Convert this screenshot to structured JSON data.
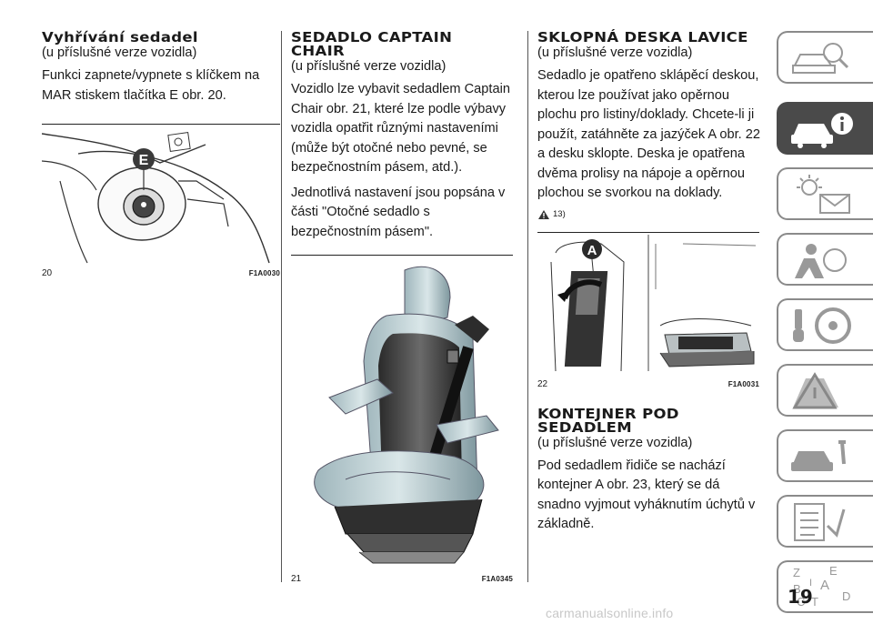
{
  "col1": {
    "heading": "Vyhřívání sedadel",
    "subtitle": "(u příslušné verze vozidla)",
    "body": "Funkci zapnete/vypnete s klíčkem na MAR stiskem tlačítka E obr. 20.",
    "figure": {
      "number": "20",
      "code": "F1A0030",
      "callout": "E"
    }
  },
  "col2": {
    "heading_line1": "SEDADLO CAPTAIN",
    "heading_line2": "CHAIR",
    "subtitle": "(u příslušné verze vozidla)",
    "body1": "Vozidlo lze vybavit sedadlem Captain Chair obr. 21, které lze podle výbavy vozidla opatřit různými nastaveními (může být otočné nebo pevné, se bezpečnostním pásem, atd.).",
    "body2": "Jednotlivá nastavení jsou popsána v části \"Otočné sedadlo s bezpečnostním pásem\".",
    "figure": {
      "number": "21",
      "code": "F1A0345"
    }
  },
  "col3": {
    "heading": "SKLOPNÁ DESKA LAVICE",
    "subtitle": "(u příslušné verze vozidla)",
    "body": "Sedadlo je opatřeno sklápěcí deskou, kterou lze používat jako opěrnou plochu pro listiny/doklady. Chcete-li ji použít, zatáhněte za jazýček A obr. 22 a desku sklopte. Deska je opatřena dvěma prolisy na nápoje a opěrnou plochou se svorkou na doklady.",
    "warning_ref": "13)",
    "figure": {
      "number": "22",
      "code": "F1A0031",
      "callout": "A"
    },
    "heading2_line1": "KONTEJNER POD",
    "heading2_line2": "SEDADLEM",
    "subtitle2": "(u příslušné verze vozidla)",
    "body2": "Pod sedadlem řidiče se nachází kontejner A obr. 23, který se dá snadno vyjmout vyháknutím úchytů v základně."
  },
  "sidebar": {
    "items": [
      {
        "icon": "car-search-icon",
        "active": false
      },
      {
        "icon": "car-info-icon",
        "active": true
      },
      {
        "icon": "warning-lights-mail-icon",
        "active": false
      },
      {
        "icon": "airbag-person-icon",
        "active": false
      },
      {
        "icon": "key-steering-wheel-icon",
        "active": false
      },
      {
        "icon": "road-warning-icon",
        "active": false
      },
      {
        "icon": "car-wrench-icon",
        "active": false
      },
      {
        "icon": "checklist-icon",
        "active": false
      },
      {
        "icon": "alphabet-index-icon",
        "active": false
      }
    ],
    "index_letters": [
      "Z",
      "E",
      "A",
      "B",
      "C",
      "T",
      "D",
      "I"
    ]
  },
  "page_number": "19",
  "footer": "carmanualsonline.info"
}
